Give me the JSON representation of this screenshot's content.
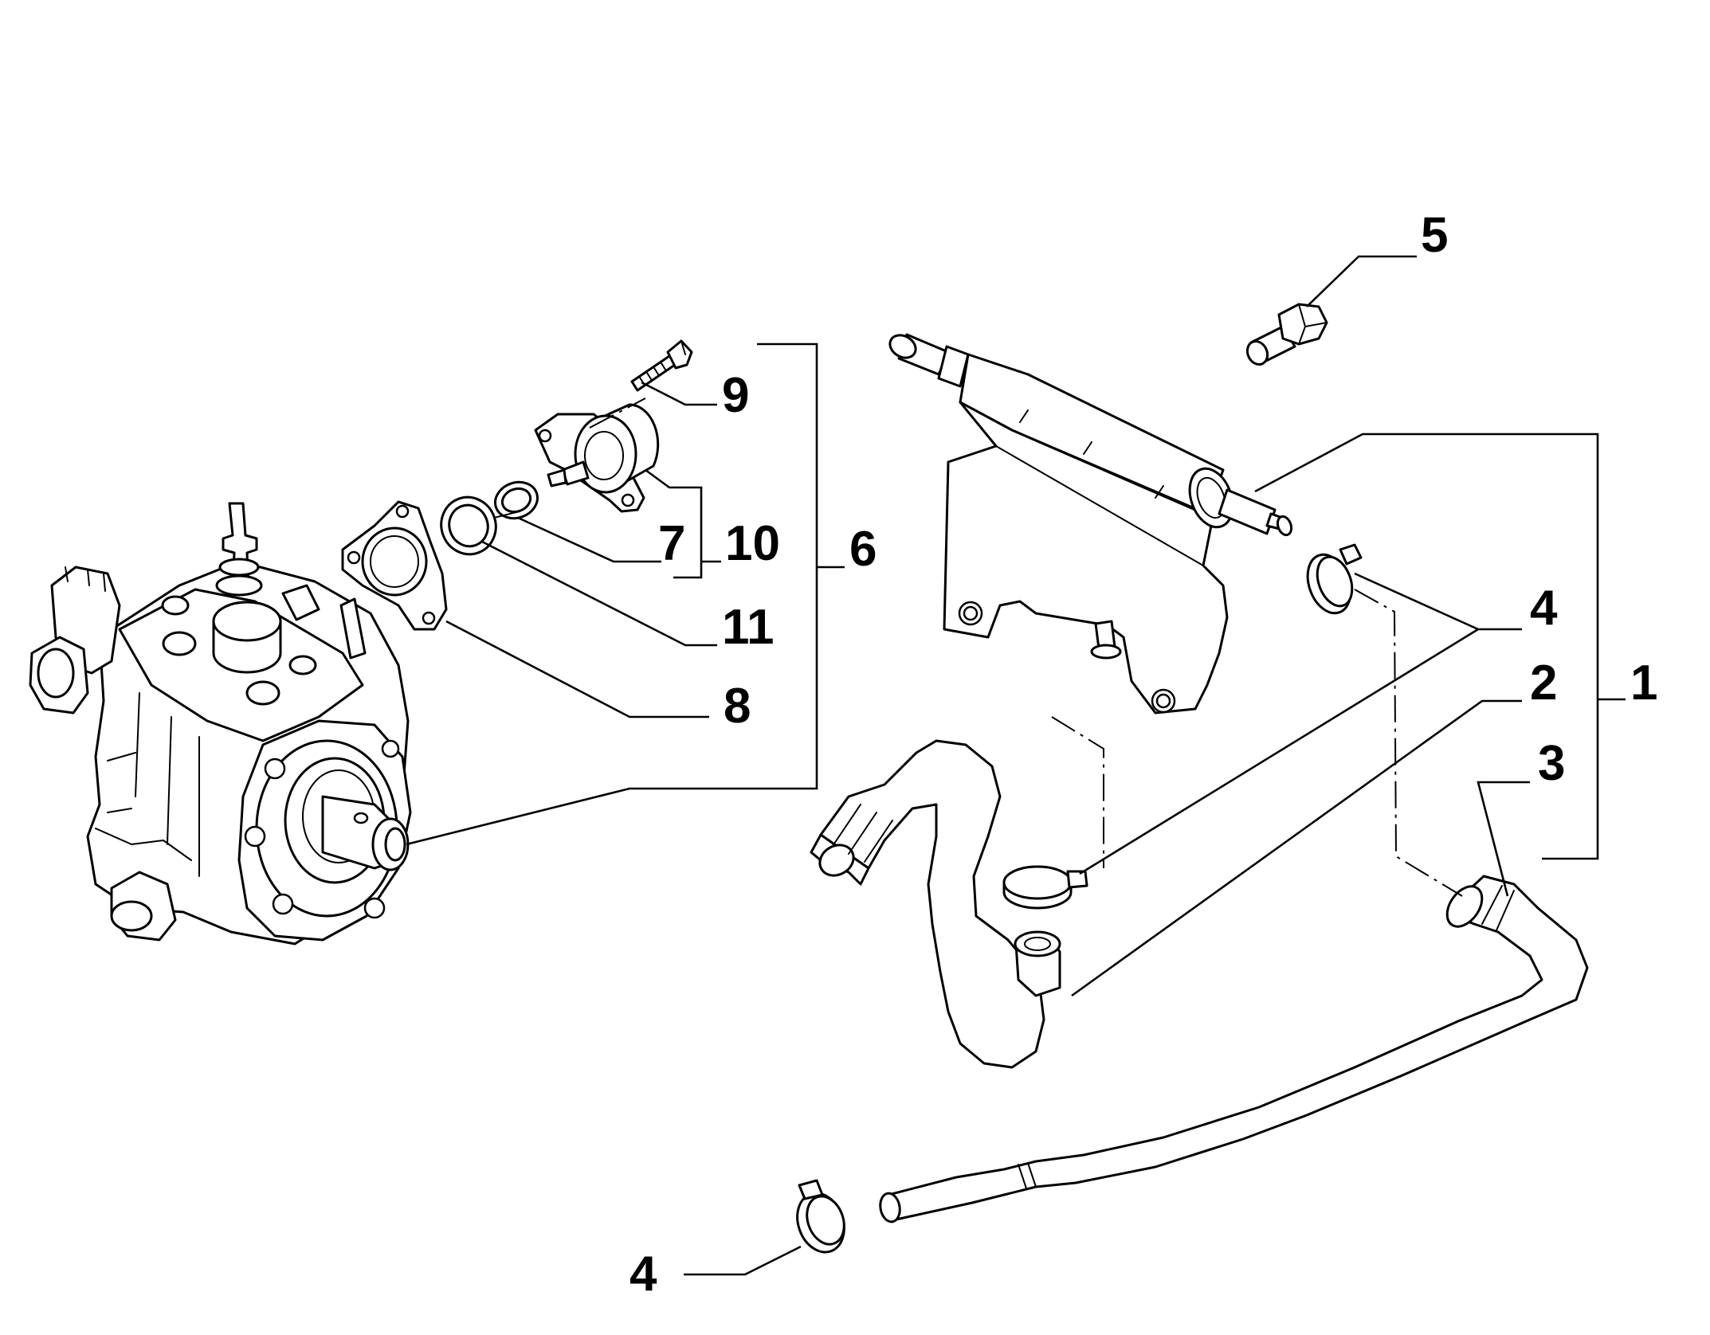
{
  "callouts": {
    "c1": "1",
    "c2": "2",
    "c3": "3",
    "c4_upper": "4",
    "c4_lower": "4",
    "c5": "5",
    "c6": "6",
    "c7": "7",
    "c8": "8",
    "c9": "9",
    "c10": "10",
    "c11": "11"
  },
  "colors": {
    "line": "#000000",
    "background": "#ffffff"
  },
  "parts": [
    "high-pressure-pump",
    "fuel-pressure-regulator",
    "regulator-screw",
    "flange-gasket",
    "o-ring-large",
    "o-ring-small",
    "fuel-filter-bracket",
    "flange-bolt",
    "hose-clamp",
    "fuel-return-hose",
    "fuel-feed-pipe"
  ]
}
